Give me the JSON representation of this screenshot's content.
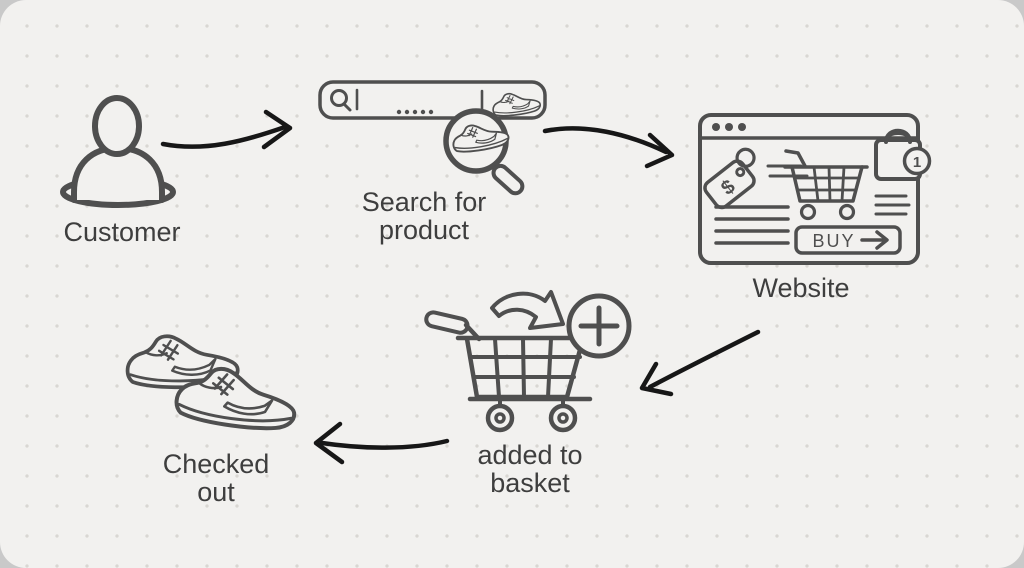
{
  "page": {
    "type": "customer-journey-flow-diagram",
    "bg_outer": "#c9c9c9",
    "bg_card": "#f2f1ef",
    "dot_color": "#d9d7d3",
    "icon_stroke": "#4f4f4f",
    "arrow_color": "#171717",
    "label_color": "#3e3e3e"
  },
  "nodes": {
    "customer": {
      "label": "Customer"
    },
    "search": {
      "label": [
        "Search for",
        "product"
      ]
    },
    "website": {
      "label": "Website",
      "buy_label": "BUY",
      "bag_count": "1",
      "tag_symbol": "$"
    },
    "basket": {
      "label": [
        "added to",
        "basket"
      ]
    },
    "checkout": {
      "label": [
        "Checked",
        "out"
      ]
    }
  }
}
